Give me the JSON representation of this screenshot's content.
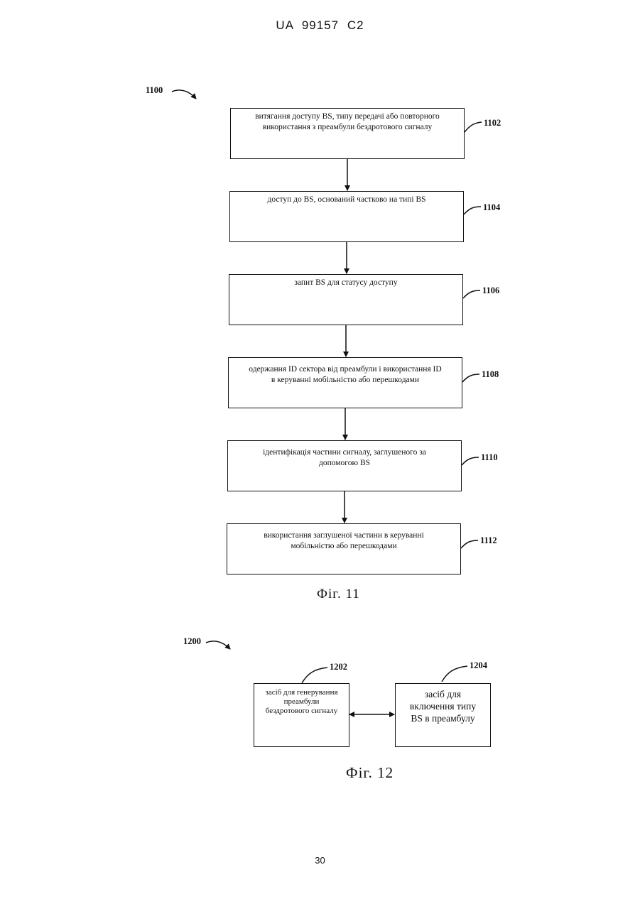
{
  "header": {
    "text": "UA   99157   C2"
  },
  "fig11": {
    "ref": "1100",
    "caption": "Фіг. 11",
    "steps": [
      {
        "ref": "1102",
        "lines": [
          "витягання доступу BS, типу передачі або повторного",
          "використання з преамбули бездротового сигналу"
        ]
      },
      {
        "ref": "1104",
        "lines": [
          "доступ до BS, оснований частково на типі BS"
        ]
      },
      {
        "ref": "1106",
        "lines": [
          "запит BS для статусу доступу"
        ]
      },
      {
        "ref": "1108",
        "lines": [
          "одержання ID сектора від преамбули і використання ID",
          "в керуванні мобільністю або перешкодами"
        ]
      },
      {
        "ref": "1110",
        "lines": [
          "ідентифікація частини сигналу, заглушеного за",
          "допомогою BS"
        ]
      },
      {
        "ref": "1112",
        "lines": [
          "використання заглушеної частини в керуванні",
          "мобільністю або перешкодами"
        ]
      }
    ]
  },
  "fig12": {
    "ref": "1200",
    "caption": "Фіг. 12",
    "left_box": {
      "ref": "1202",
      "lines": [
        "засіб для генерування",
        "преамбули",
        "бездротового сигналу"
      ]
    },
    "right_box": {
      "ref": "1204",
      "lines": [
        "засіб для",
        "включення типу",
        "BS в преамбулу"
      ]
    }
  },
  "page_number": "30"
}
